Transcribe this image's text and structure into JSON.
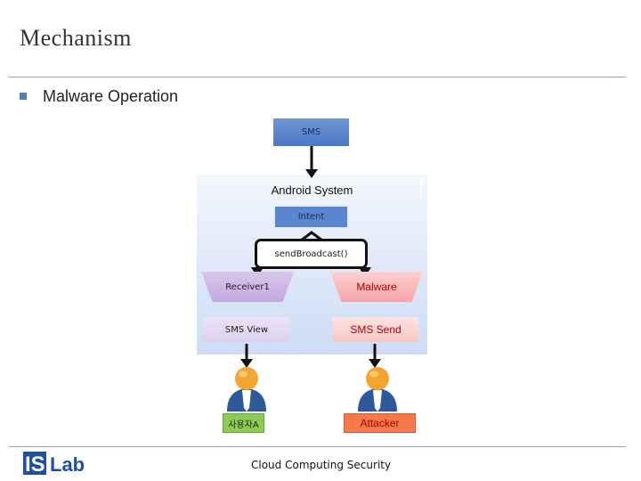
{
  "slide": {
    "title": "Mechanism",
    "bullet": "Malware Operation",
    "footer": "Cloud Computing Security"
  },
  "logo": {
    "text_is": "IS",
    "text_lab": "Lab"
  },
  "diagram": {
    "sms": "SMS",
    "system": "Android System",
    "intent": "Intent",
    "broadcast": "sendBroadcast()",
    "receiver": "Receiver1",
    "malware": "Malware",
    "sms_view": "SMS View",
    "sms_send": "SMS Send",
    "user_label": "사용자A",
    "attacker_label": "Attacker"
  },
  "colors": {
    "accent_blue": "#5b86cf",
    "malware_red": "#b00000",
    "user_green": "#8ccc54",
    "attacker_orange": "#f47a4b"
  },
  "icons": {
    "person": "person-icon",
    "bullet": "square-bullet-icon"
  }
}
